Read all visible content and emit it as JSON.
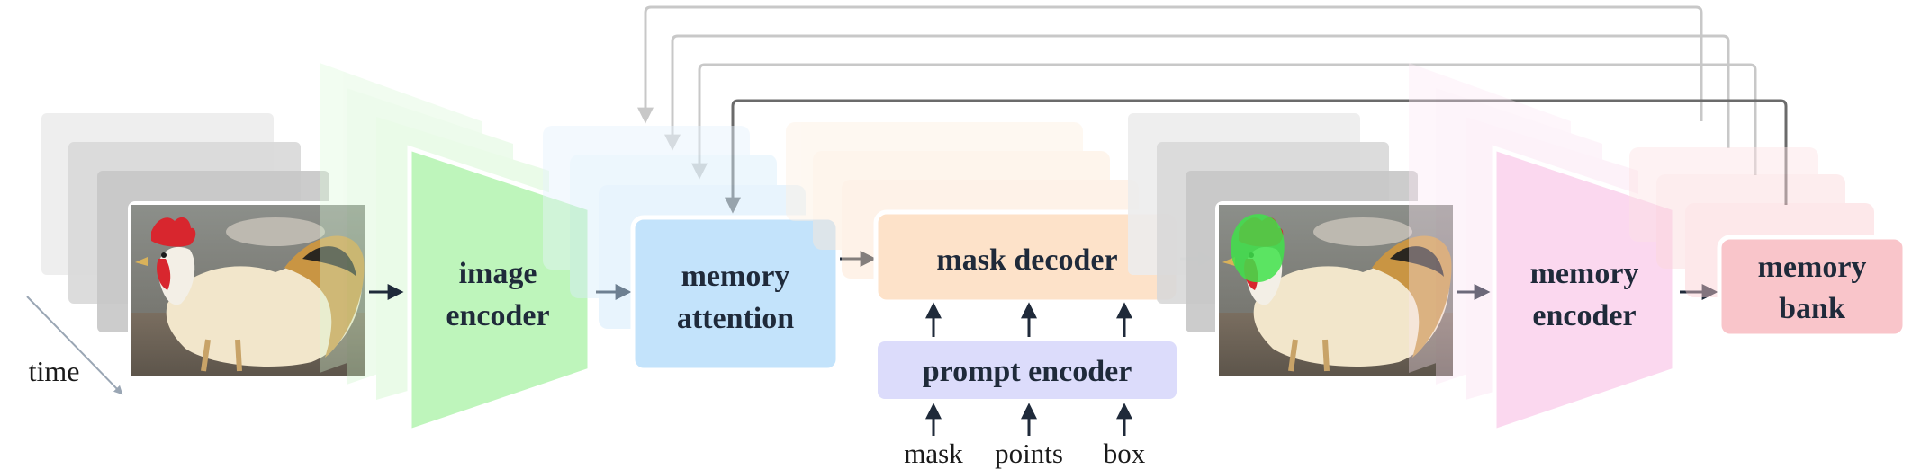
{
  "diagram": {
    "time_label": "time",
    "image_encoder": {
      "line1": "image",
      "line2": "encoder",
      "color": "#bef5bb"
    },
    "memory_attention": {
      "line1": "memory",
      "line2": "attention",
      "color": "#c3e3fb"
    },
    "mask_decoder": {
      "label": "mask decoder",
      "color": "#fde2c9"
    },
    "prompt_encoder": {
      "label": "prompt encoder",
      "color": "#dcdcfb"
    },
    "prompt_inputs": [
      "mask",
      "points",
      "box"
    ],
    "memory_encoder": {
      "line1": "memory",
      "line2": "encoder",
      "color": "#fbd8ef"
    },
    "memory_bank": {
      "line1": "memory",
      "line2": "bank",
      "color": "#f9c5ca"
    },
    "colors": {
      "arrow": "#1f2a3a",
      "feedback_active": "#6b6b6b",
      "feedback_faded": "#c8c8c8",
      "mask_overlay": "#3fe24a",
      "rooster_comb": "#d8262e"
    }
  }
}
